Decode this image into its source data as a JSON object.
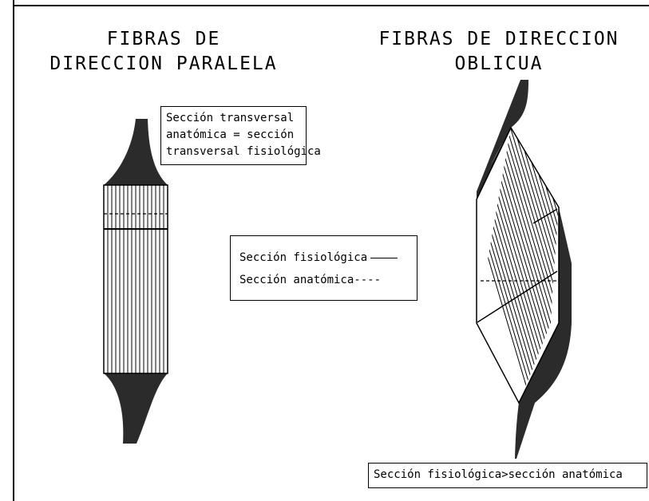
{
  "titles": {
    "left_line1": "FIBRAS DE",
    "left_line2": "DIRECCION PARALELA",
    "right_line1": "FIBRAS DE DIRECCION",
    "right_line2": "OBLICUA"
  },
  "labels": {
    "cross_section_line1": "Sección transversal",
    "cross_section_line2": "anatómica = sección",
    "cross_section_line3": "transversal fisiológica",
    "legend_physiological": "Sección fisiológica",
    "legend_anatomical": "Sección anatómica",
    "legend_anatomical_dashes": "----",
    "comparison": "Sección fisiológica>sección anatómica"
  },
  "colors": {
    "tendon": "#2b2b2b",
    "line": "#000000",
    "background": "#ffffff"
  }
}
